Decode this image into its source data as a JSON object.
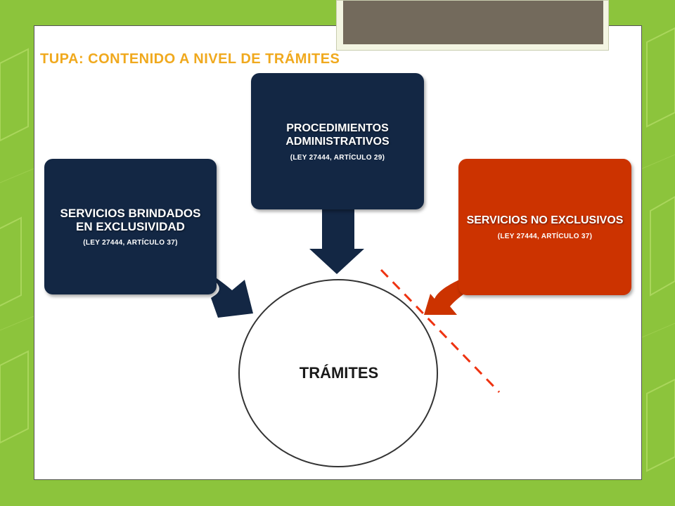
{
  "title": "TUPA: CONTENIDO A NIVEL DE TRÁMITES",
  "colors": {
    "background": "#8cc43c",
    "title": "#f0a91e",
    "navy_box": "#132744",
    "red_box": "#cc3300",
    "dashed_line": "#ee3311"
  },
  "center": {
    "label": "TRÁMITES"
  },
  "boxes": {
    "left": {
      "main": "SERVICIOS BRINDADOS EN EXCLUSIVIDAD",
      "sub": "(LEY 27444, ARTÍCULO 37)"
    },
    "middle": {
      "main": "PROCEDIMIENTOS ADMINISTRATIVOS",
      "sub": "(LEY 27444, ARTÍCULO 29)"
    },
    "right": {
      "main": "SERVICIOS NO EXCLUSIVOS",
      "sub": "(LEY 27444, ARTÍCULO 37)"
    }
  }
}
